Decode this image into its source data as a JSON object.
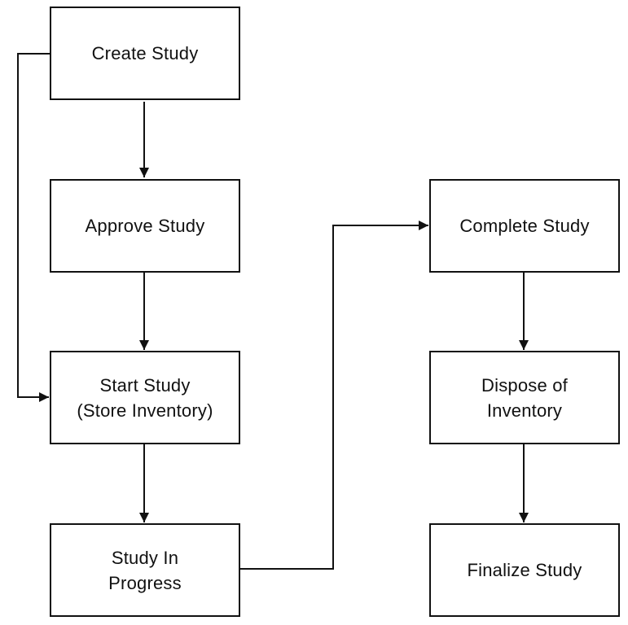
{
  "diagram": {
    "nodes": {
      "create_study": {
        "lines": [
          "Create Study"
        ]
      },
      "approve_study": {
        "lines": [
          "Approve Study"
        ]
      },
      "start_study": {
        "lines": [
          "Start Study",
          "(Store Inventory)"
        ]
      },
      "study_in_progress": {
        "lines": [
          "Study In",
          "Progress"
        ]
      },
      "complete_study": {
        "lines": [
          "Complete Study"
        ]
      },
      "dispose_inventory": {
        "lines": [
          "Dispose of",
          "Inventory"
        ]
      },
      "finalize_study": {
        "lines": [
          "Finalize Study"
        ]
      }
    },
    "edges": [
      {
        "from": "create_study",
        "to": "approve_study"
      },
      {
        "from": "approve_study",
        "to": "start_study"
      },
      {
        "from": "create_study",
        "to": "start_study"
      },
      {
        "from": "start_study",
        "to": "study_in_progress"
      },
      {
        "from": "study_in_progress",
        "to": "complete_study"
      },
      {
        "from": "complete_study",
        "to": "dispose_inventory"
      },
      {
        "from": "dispose_inventory",
        "to": "finalize_study"
      }
    ],
    "colors": {
      "stroke": "#111111",
      "fill": "#ffffff",
      "text": "#111111"
    }
  }
}
